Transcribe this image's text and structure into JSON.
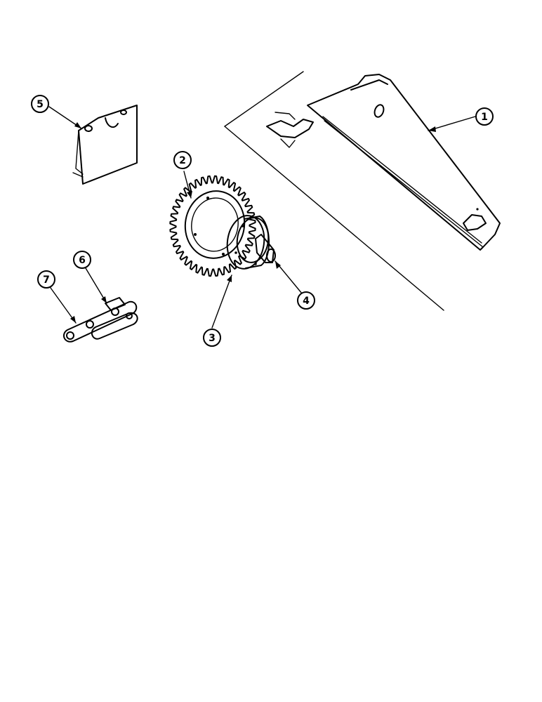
{
  "callouts": [
    {
      "id": "1",
      "label": "1"
    },
    {
      "id": "2",
      "label": "2"
    },
    {
      "id": "3",
      "label": "3"
    },
    {
      "id": "4",
      "label": "4"
    },
    {
      "id": "5",
      "label": "5"
    },
    {
      "id": "6",
      "label": "6"
    },
    {
      "id": "7",
      "label": "7"
    }
  ],
  "parts": [
    {
      "callout": "1",
      "name": "side-panel-with-support-arm"
    },
    {
      "callout": "2",
      "name": "sprocket"
    },
    {
      "callout": "3",
      "name": "hub-bearing-flange"
    },
    {
      "callout": "4",
      "name": "hub-shaft"
    },
    {
      "callout": "5",
      "name": "mounting-bracket"
    },
    {
      "callout": "6",
      "name": "chain-link-outer"
    },
    {
      "callout": "7",
      "name": "chain-link-inner"
    }
  ],
  "colors": {
    "ink": "#000000",
    "paper": "#ffffff"
  }
}
